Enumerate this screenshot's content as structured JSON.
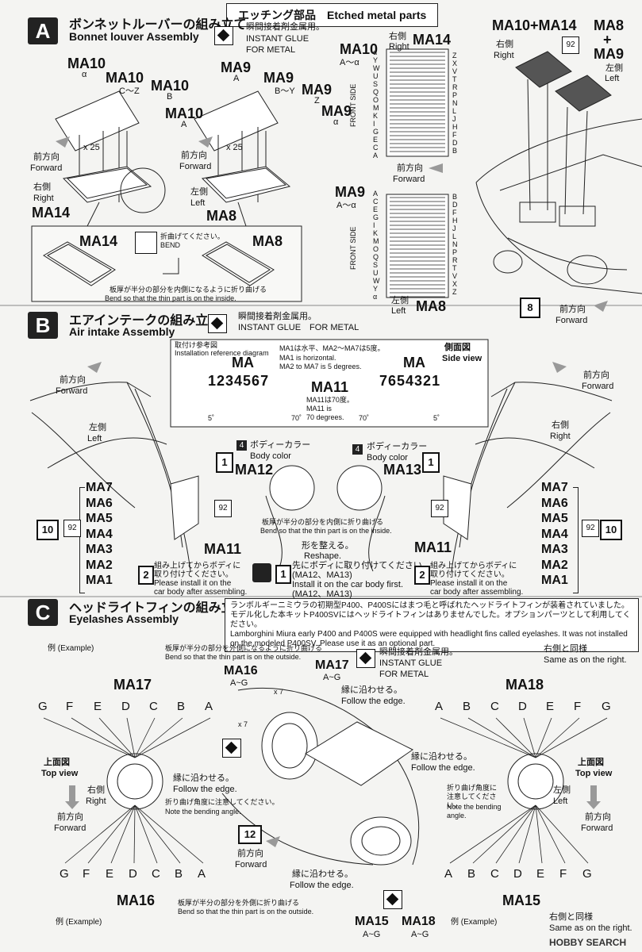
{
  "header": {
    "title": "エッチング部品　Etched metal parts"
  },
  "glue": {
    "jp": "瞬間接着剤金属用。",
    "en_a": "INSTANT GLUE",
    "en_b": "FOR METAL",
    "en_inline": "INSTANT GLUE　FOR METAL"
  },
  "section_a": {
    "letter": "A",
    "title_jp": "ボンネットルーバーの組み立て",
    "title_en": "Bonnet louver Assembly",
    "left": {
      "ma10_alpha": "MA10",
      "alpha": "α",
      "ma10_cz": "MA10",
      "cz": "C〜Z",
      "ma10_b": "MA10",
      "b": "B",
      "ma10_a": "MA10",
      "a": "A",
      "x25": "x 25",
      "forward_jp": "前方向",
      "forward_en": "Forward",
      "right_jp": "右側",
      "right_en": "Right",
      "ma14": "MA14"
    },
    "mid": {
      "ma9_a": "MA9",
      "a": "A",
      "ma9_by": "MA9",
      "by": "B〜Y",
      "ma9_z": "MA9",
      "z": "Z",
      "ma9_alpha": "MA9",
      "alpha": "α",
      "x25": "x 25",
      "forward_jp": "前方向",
      "forward_en": "Forward",
      "left_jp": "左側",
      "left_en": "Left",
      "ma8": "MA8"
    },
    "bend": {
      "jp": "折曲げてください。",
      "en": "BEND",
      "note_jp": "板厚が半分の部分を内側になるように折り曲げる",
      "note_en": "Bend so that the thin part is on the inside.",
      "ma14": "MA14",
      "ma8": "MA8"
    },
    "fret_top": {
      "ma10": "MA10",
      "range": "A〜α",
      "side_jp": "右側",
      "side_en": "Right",
      "ma14": "MA14",
      "front_side": "FRONT SIDE",
      "left_letters": [
        "α",
        "Y",
        "W",
        "U",
        "S",
        "Q",
        "O",
        "M",
        "K",
        "I",
        "G",
        "E",
        "C",
        "A"
      ],
      "right_letters": [
        "Z",
        "X",
        "V",
        "T",
        "R",
        "P",
        "N",
        "L",
        "J",
        "H",
        "F",
        "D",
        "B"
      ]
    },
    "fret_forward_jp": "前方向",
    "fret_forward_en": "Forward",
    "fret_bottom": {
      "ma9": "MA9",
      "range": "A〜α",
      "front_side": "FRONT SIDE",
      "left_letters": [
        "A",
        "C",
        "E",
        "G",
        "I",
        "K",
        "M",
        "O",
        "Q",
        "S",
        "U",
        "W",
        "Y",
        "α"
      ],
      "right_letters": [
        "B",
        "D",
        "F",
        "H",
        "J",
        "L",
        "N",
        "P",
        "R",
        "T",
        "V",
        "X",
        "Z"
      ],
      "side_jp": "左側",
      "side_en": "Left",
      "ma8": "MA8"
    },
    "car": {
      "ma10_14": "MA10+MA14",
      "right_jp": "右側",
      "right_en": "Right",
      "ma8_9": "MA8\n+\nMA9",
      "ma8": "MA8",
      "plus": "+",
      "ma9": "MA9",
      "left_jp": "左側",
      "left_en": "Left",
      "num92": "92",
      "step": "8",
      "forward_jp": "前方向",
      "forward_en": "Forward"
    }
  },
  "section_b": {
    "letter": "B",
    "title_jp": "エアインテークの組み立て",
    "title_en": "Air intake Assembly",
    "ref": {
      "jp": "取付け参考図",
      "en": "Installation reference diagram",
      "note1_jp": "MA1は水平、MA2〜MA7は5度。",
      "note1_en_a": "MA1 is horizontal.",
      "note1_en_b": "MA2 to MA7 is 5 degrees.",
      "side_view_jp": "側面図",
      "side_view_en": "Side view",
      "ma_left": "MA",
      "nums_left": "1234567",
      "ma11": "MA11",
      "ma_right": "MA",
      "nums_right": "7654321",
      "ma11_jp": "MA11は70度。",
      "ma11_en_a": "MA11 is",
      "ma11_en_b": "70 degrees.",
      "deg5": "5˚",
      "deg70": "70˚"
    },
    "left": {
      "forward_jp": "前方向",
      "forward_en": "Forward",
      "left_jp": "左側",
      "left_en": "Left",
      "parts": [
        "MA7",
        "MA6",
        "MA5",
        "MA4",
        "MA3",
        "MA2",
        "MA1"
      ],
      "num92": "92",
      "step": "10",
      "ma11": "MA11"
    },
    "right": {
      "forward_jp": "前方向",
      "forward_en": "Forward",
      "right_jp": "右側",
      "right_en": "Right",
      "parts": [
        "MA7",
        "MA6",
        "MA5",
        "MA4",
        "MA3",
        "MA2",
        "MA1"
      ],
      "num92": "92",
      "step": "10",
      "ma11": "MA11"
    },
    "paint": {
      "num": "4",
      "jp": "ボディーカラー",
      "en": "Body color",
      "step1": "1"
    },
    "ma12": "MA12",
    "ma13": "MA13",
    "num92": "92",
    "bend_note_jp": "板厚が半分の部分を内側に折り曲げる",
    "bend_note_en": "Bend so that the thin part is on the inside.",
    "reshape_jp": "形を整える。",
    "reshape_en": "Reshape.",
    "first": {
      "jp": "先にボディに取り付けてください。",
      "parts_jp": "(MA12、MA13)",
      "en": "Install it on the car body first.",
      "parts_en": "(MA12、MA13)",
      "step": "1"
    },
    "assemble": {
      "step": "2",
      "jp_a": "組み上げてからボディに",
      "jp_b": "取り付けてください。",
      "en_a": "Please install it on the",
      "en_b": "car body after assembling."
    }
  },
  "section_c": {
    "letter": "C",
    "title_jp": "ヘッドライトフィンの組み立て",
    "title_en": "Eyelashes Assembly",
    "note": {
      "jp": "ランボルギーニミウラの初期型P400、P400Sにはまつ毛と呼ばれたヘッドライトフィンが装着されていました。モデル化した本キットP400SVにはヘッドライトフィンはありませんでした。オプションパーツとして利用してください。",
      "en": "Lamborghini Miura early P400 and P400S were equipped with headlight fins called eyelashes. It was not installed on the modeled P400SV. Please use it as an optional part."
    },
    "example": {
      "label": "例 (Example)",
      "jp": "板厚が半分の部分を外側になるように折り曲げる",
      "en": "Bend so that the thin part is on the outside."
    },
    "ma17": "MA17",
    "ma17_letters": [
      "G",
      "F",
      "E",
      "D",
      "C",
      "B",
      "A"
    ],
    "ma18": "MA18",
    "ma18_letters": [
      "A",
      "B",
      "C",
      "D",
      "E",
      "F",
      "G"
    ],
    "ma16": "MA16",
    "ma16_letters": [
      "G",
      "F",
      "E",
      "D",
      "C",
      "B",
      "A"
    ],
    "ma15": "MA15",
    "ma15_letters": [
      "A",
      "B",
      "C",
      "D",
      "E",
      "F",
      "G"
    ],
    "top_view_jp": "上面図",
    "top_view_en": "Top view",
    "right_jp": "右側",
    "right_en": "Right",
    "left_jp": "左側",
    "left_en": "Left",
    "forward_jp": "前方向",
    "forward_en": "Forward",
    "same_jp": "右側と同様",
    "same_en": "Same as on the right.",
    "center": {
      "ma16": "MA16",
      "ma16_range": "A~G",
      "ma17": "MA17",
      "ma17_range": "A~G",
      "x7": "x 7",
      "follow_jp": "縁に沿わせる。",
      "follow_en": "Follow the edge.",
      "angle_jp": "折り曲げ角度に注意してください。",
      "angle_en": "Note the bending angle.",
      "step": "12",
      "ma15": "MA15",
      "ma15_range": "A~G",
      "ma18": "MA18",
      "ma18_range": "A~G"
    },
    "bottom_note_jp": "板厚が半分の部分を外側に折り曲げる",
    "bottom_note_en": "Bend so that the thin part is on the outside."
  },
  "watermark": "HOBBY SEARCH"
}
